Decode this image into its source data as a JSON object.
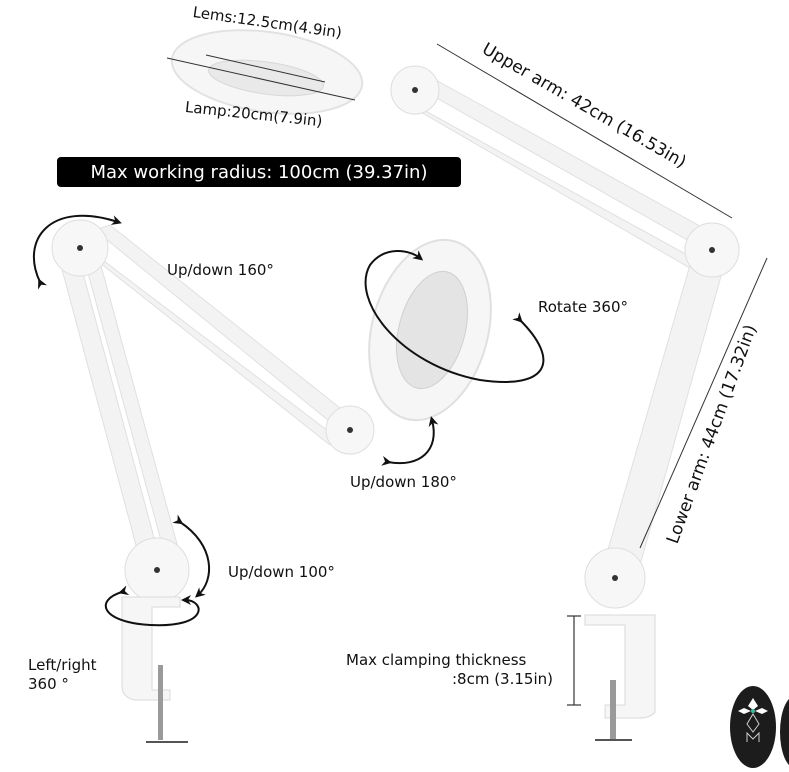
{
  "title": "Magnifying desk lamp dimensions and adjustment ranges",
  "banner": "Max working radius: 100cm (39.37in)",
  "dimensions": {
    "lens": "Lems:12.5cm(4.9in)",
    "lamp": "Lamp:20cm(7.9in)",
    "upper_arm": "Upper arm: 42cm (16.53in)",
    "lower_arm": "Lower arm: 44cm (17.32in)",
    "clamp_line1": "Max clamping thickness",
    "clamp_line2": ":8cm (3.15in)"
  },
  "adjustments": {
    "top_joint": "Up/down 160°",
    "lamp_rotate": "Rotate 360°",
    "lamp_tilt": "Up/down 180°",
    "base_joint": "Up/down 100°",
    "base_swivel_line1": "Left/right",
    "base_swivel_line2": "360 °"
  },
  "colors": {
    "banner_bg": "#000000",
    "lamp_body": "#f4f4f4",
    "outline": "#dcdcdc",
    "logo_bg": "#1c1c1c",
    "logo_accent": "#3fb8a0"
  }
}
